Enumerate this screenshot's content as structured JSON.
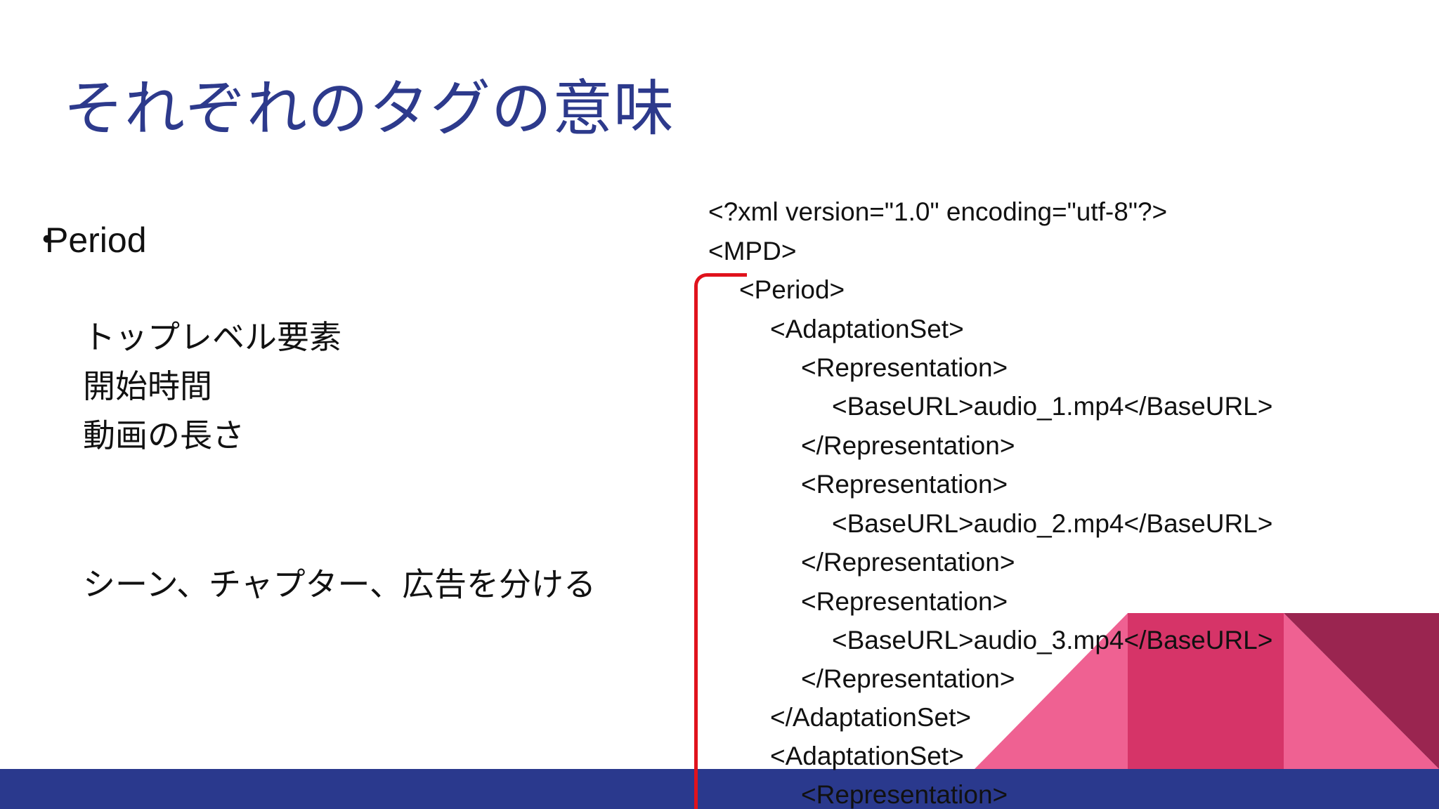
{
  "slide": {
    "title": "それぞれのタグの意味",
    "bullet": {
      "mark": "・",
      "label": "Period"
    },
    "description": {
      "line1": "トップレベル要素",
      "line2": "開始時間",
      "line3": "動画の長さ",
      "line4": "シーン、チャプター、広告を分ける"
    },
    "code": {
      "line1": "<?xml version=\"1.0\" encoding=\"utf-8\"?>",
      "line2": "<MPD>",
      "line3": "<Period>",
      "line4": "<AdaptationSet>",
      "line5": "<Representation>",
      "line6": "<BaseURL>audio_1.mp4</BaseURL>",
      "line7": "</Representation>",
      "line8": "<Representation>",
      "line9": "<BaseURL>audio_2.mp4</BaseURL>",
      "line10": "</Representation>",
      "line11": "<Representation>",
      "line12": "<BaseURL>audio_3.mp4</BaseURL>",
      "line13": "</Representation>",
      "line14": "</AdaptationSet>",
      "line15": "<AdaptationSet>",
      "line16": "<Representation>"
    },
    "colors": {
      "title": "#2d3a8c",
      "bracket": "#e0121c",
      "footer": "#2a398d",
      "pink_light": "#ef6192",
      "pink_mid": "#d63468",
      "pink_dark": "#9a2550"
    }
  }
}
